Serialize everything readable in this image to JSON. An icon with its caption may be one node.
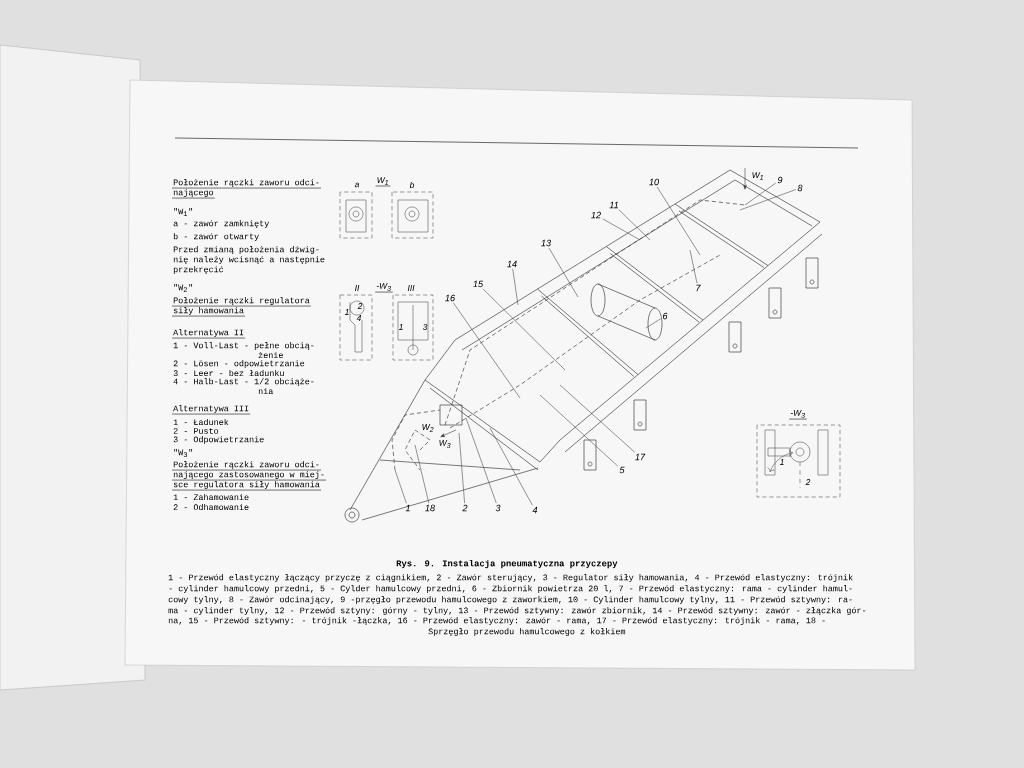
{
  "diagram": {
    "caption": "Rys. 9. Instalacja pneumatyczna przyczepy",
    "nodes": [
      {
        "text": [
          "1"
        ]
      },
      {
        "text": [
          "2"
        ]
      },
      {
        "text": [
          "3"
        ]
      },
      {
        "text": [
          "4"
        ]
      },
      {
        "text": [
          "5"
        ]
      },
      {
        "text": [
          "6"
        ]
      },
      {
        "text": [
          "7"
        ]
      },
      {
        "text": [
          "8"
        ]
      },
      {
        "text": [
          "9"
        ]
      },
      {
        "text": [
          "10"
        ]
      },
      {
        "text": [
          "11"
        ]
      },
      {
        "text": [
          "12"
        ]
      },
      {
        "text": [
          "13"
        ]
      },
      {
        "text": [
          "14"
        ]
      },
      {
        "text": [
          "15"
        ]
      },
      {
        "text": [
          "16"
        ]
      },
      {
        "text": [
          "17"
        ]
      },
      {
        "text": [
          "18"
        ]
      }
    ],
    "edges": [
      {
        "from": 0,
        "to": null,
        "arrow": "none"
      },
      {
        "from": 1,
        "to": null,
        "arrow": "none"
      },
      {
        "from": 2,
        "to": null,
        "arrow": "none"
      },
      {
        "from": 3,
        "to": null,
        "arrow": "none"
      },
      {
        "from": 4,
        "to": null,
        "arrow": "none"
      },
      {
        "from": 5,
        "to": null,
        "arrow": "none"
      },
      {
        "from": 6,
        "to": null,
        "arrow": "none"
      },
      {
        "from": 7,
        "to": null,
        "arrow": "none"
      },
      {
        "from": 8,
        "to": null,
        "arrow": "none"
      },
      {
        "from": 9,
        "to": null,
        "arrow": "none"
      },
      {
        "from": 10,
        "to": null,
        "arrow": "none"
      },
      {
        "from": 11,
        "to": null,
        "arrow": "none"
      },
      {
        "from": 12,
        "to": null,
        "arrow": "none"
      },
      {
        "from": 13,
        "to": null,
        "arrow": "none"
      },
      {
        "from": 14,
        "to": null,
        "arrow": "none"
      },
      {
        "from": 15,
        "to": null,
        "arrow": "none"
      },
      {
        "from": 16,
        "to": null,
        "arrow": "none"
      },
      {
        "from": 17,
        "to": null,
        "arrow": "none"
      }
    ],
    "labels": [
      "Położenie rączki zaworu odci-",
      "nającego",
      "\"W$_{1}$\"",
      "a - zawór zamknięty",
      "b - zawór otwarty",
      "Przed zmianą położenia dźwig-",
      "nię należy wcisnąć a następnie",
      "przekręcić",
      "\"W$_{2}$\"",
      "Położenie rączki regulatora",
      "siły hamowania",
      "Alternatywa II",
      "1 - Voll-Last - pełne obcią-",
      "żenie",
      "2 - Lösen - odpowietrzanie",
      "3 - Leer - bez ładunku",
      "4 - Halb-Last - 1/2 obciąże-",
      "nia",
      "Alternatywa III",
      "1 - Ładunek",
      "2 - Pusto",
      "3 - Odpowietrzanie",
      "\"W$_{3}$\"",
      "Położenie rączki zaworu odci-",
      "nającego zastosowanego w miej-",
      "sce regulatora siły hamowania",
      "1 - Zahamowanie",
      "2 - Odhamowanie",
      "a",
      "W$_{1}$",
      "b",
      "II",
      "-W$_{3}$",
      "III",
      "2",
      "1",
      "4",
      "1",
      "3",
      "W$_{1}$",
      "W$_{2}$",
      "W$_{3}$",
      "-W$_{3}$",
      "1",
      "2",
      "1 - Przewód elastyczny łączący przyczę z ciągnikiem, 2 - Zawór sterujący, 3 - Regulator siły hamowania, 4 - Przewód elastyczny: trójnik",
      "- cylinder hamulcowy przedni, 5 - Cylder hamulcowy przedni, 6 - Zbiornik powietrza 20 l, 7 - Przewód elastyczny: rama - cylinder hamul-",
      "cowy tylny, 8 - Zawór odcinający, 9 -przęgło przewodu hamulcowego z zaworkiem, 10 - Cylinder hamulcowy tylny, 11 - Przewód sztywny: ra-",
      "ma - cylinder tylny, 12 - Przewód sztyny: górny - tylny, 13 - Przewód sztywny: zawór zbiornik, 14 - Przewód sztywny: zawór - złączka gór-",
      "na, 15 - Przewód sztywny: - trójnik -łączka, 16 - Przewód elastyczny: zawór - rama, 17 - Przewód elastyczny: trójnik - rama, 18 -",
      "Sprzęgło przewodu hamulcowego z kołkiem"
    ]
  }
}
